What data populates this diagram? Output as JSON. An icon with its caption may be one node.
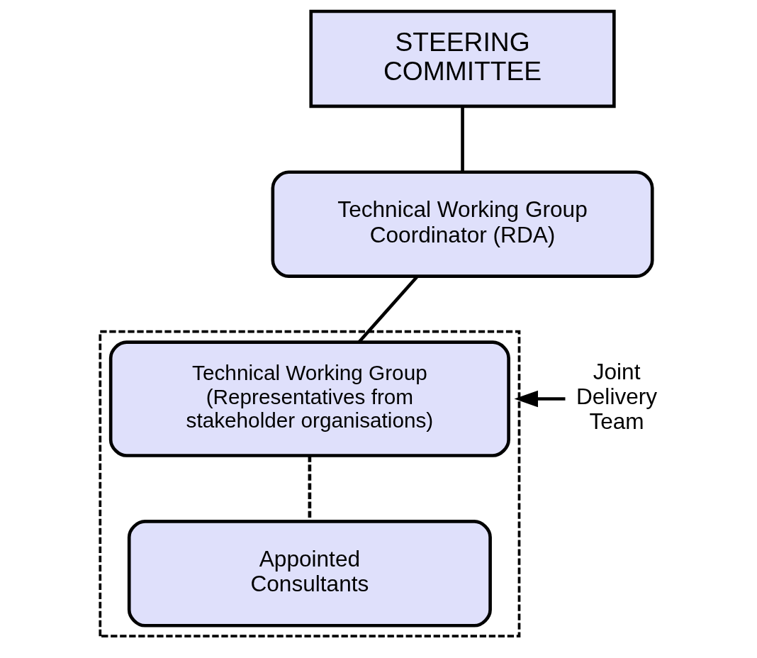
{
  "diagram": {
    "nodes": [
      {
        "text": [
          "STEERING COMMITTEE"
        ]
      },
      {
        "text": [
          "Technical Working Group Coordinator (RDA)"
        ]
      },
      {
        "text": [],
        "shape": "box"
      },
      {
        "text": [
          "Technical Working Group (Representatives from stakeholder organisations)"
        ],
        "in": 2
      },
      {
        "text": [
          "Appointed Consultants"
        ],
        "in": 2
      },
      {
        "text": [
          "Joint Delivery Team"
        ]
      }
    ],
    "edges": [
      {
        "from": 0,
        "to": 1,
        "arrow": "none"
      },
      {
        "from": 1,
        "to": 3,
        "arrow": "none"
      },
      {
        "from": 3,
        "to": 4,
        "arrow": "none",
        "style": "dashed"
      },
      {
        "from": 5,
        "to": 2,
        "arrow": "to"
      }
    ]
  }
}
